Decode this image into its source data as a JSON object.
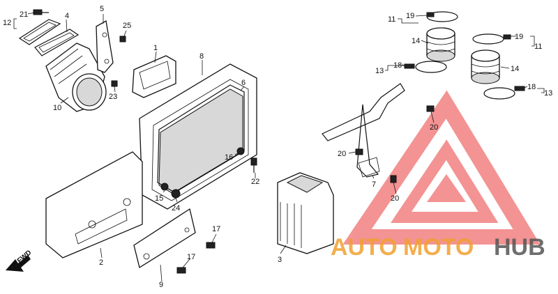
{
  "diagram": {
    "part_labels": [
      "21",
      "4",
      "12",
      "5",
      "25",
      "1",
      "8",
      "6",
      "23",
      "10",
      "16",
      "22",
      "15",
      "24",
      "2",
      "17",
      "17",
      "9",
      "3",
      "11",
      "19",
      "14",
      "13",
      "18",
      "19",
      "11",
      "14",
      "18",
      "13",
      "20",
      "20",
      "7",
      "20"
    ],
    "fwd_label": "FWD"
  },
  "watermark": {
    "text_part_1": "AUTO",
    "text_part_2": "MOTO",
    "text_part_3": "HUB",
    "colors": {
      "part_1": "#f0a030",
      "part_2": "#f0a030",
      "part_3": "#555555",
      "triangle": "#f07070"
    }
  }
}
